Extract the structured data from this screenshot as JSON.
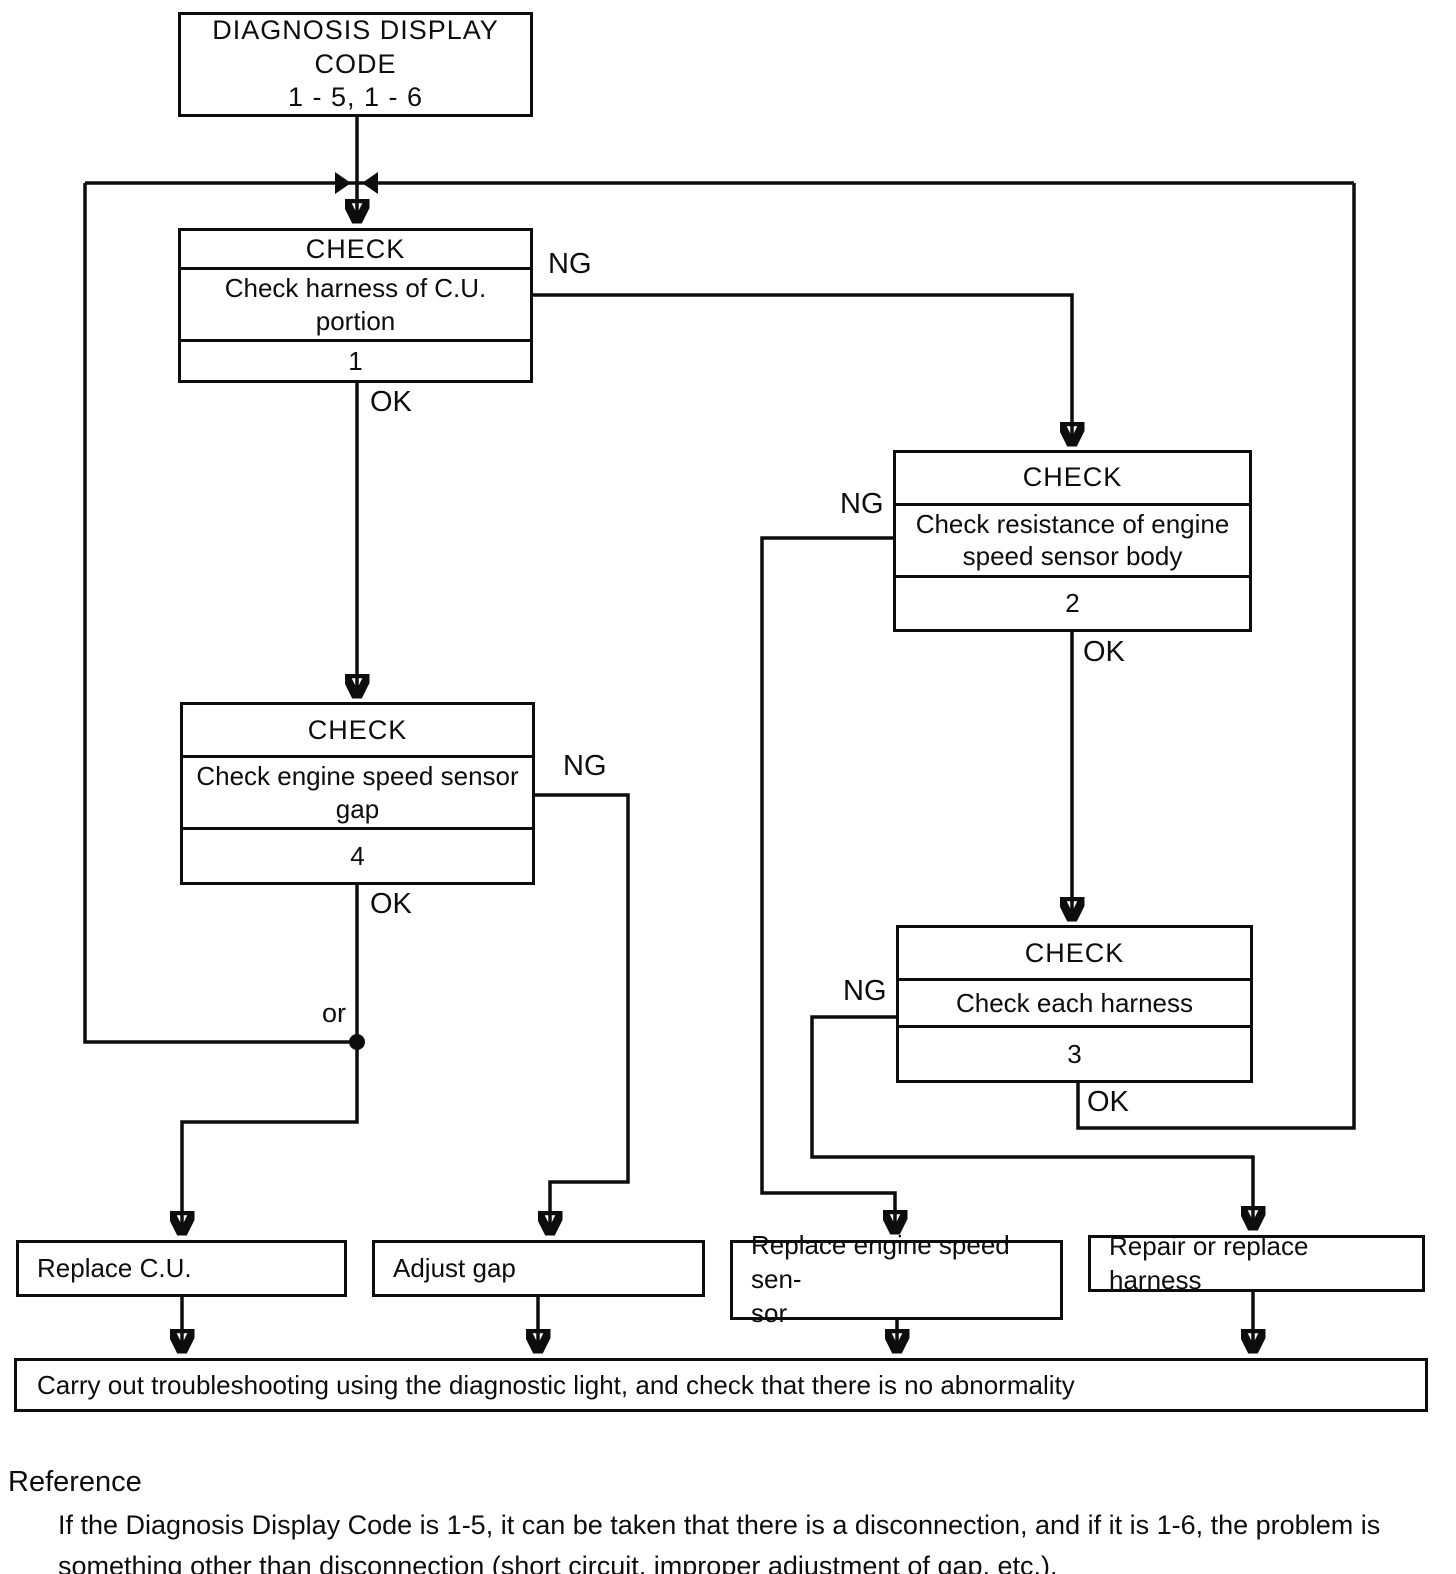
{
  "flow": {
    "start": {
      "line1": "DIAGNOSIS DISPLAY",
      "line2": "CODE",
      "line3": "1 - 5, 1 - 6"
    },
    "check1": {
      "title": "CHECK",
      "body": "Check harness of C.U. portion",
      "number": "1"
    },
    "check2": {
      "title": "CHECK",
      "body": "Check resistance of engine speed sensor body",
      "number": "2"
    },
    "check4": {
      "title": "CHECK",
      "body": "Check engine speed sensor gap",
      "number": "4"
    },
    "check3": {
      "title": "CHECK",
      "body": "Check each harness",
      "number": "3"
    },
    "labels": {
      "check1_ng": "NG",
      "check1_ok": "OK",
      "check2_ng": "NG",
      "check2_ok": "OK",
      "check4_ng": "NG",
      "check4_ok": "OK",
      "check3_ng": "NG",
      "check3_ok": "OK",
      "or": "or"
    },
    "outcomes": {
      "replace_cu": {
        "text": "Replace C.U."
      },
      "adjust_gap": {
        "text": "Adjust gap"
      },
      "replace_sensor": {
        "line1": "Replace engine speed sen-",
        "line2": "sor"
      },
      "repair_harness": {
        "text": "Repair or replace harness"
      }
    },
    "final": {
      "text": "Carry out troubleshooting using the diagnostic light, and check that there is no abnormality"
    }
  },
  "reference": {
    "heading": "Reference",
    "body": "If the Diagnosis Display Code is 1-5, it can be taken that there is a disconnection, and if it is 1-6, the problem is something other than disconnection (short circuit, improper adjustment of gap, etc.)."
  }
}
